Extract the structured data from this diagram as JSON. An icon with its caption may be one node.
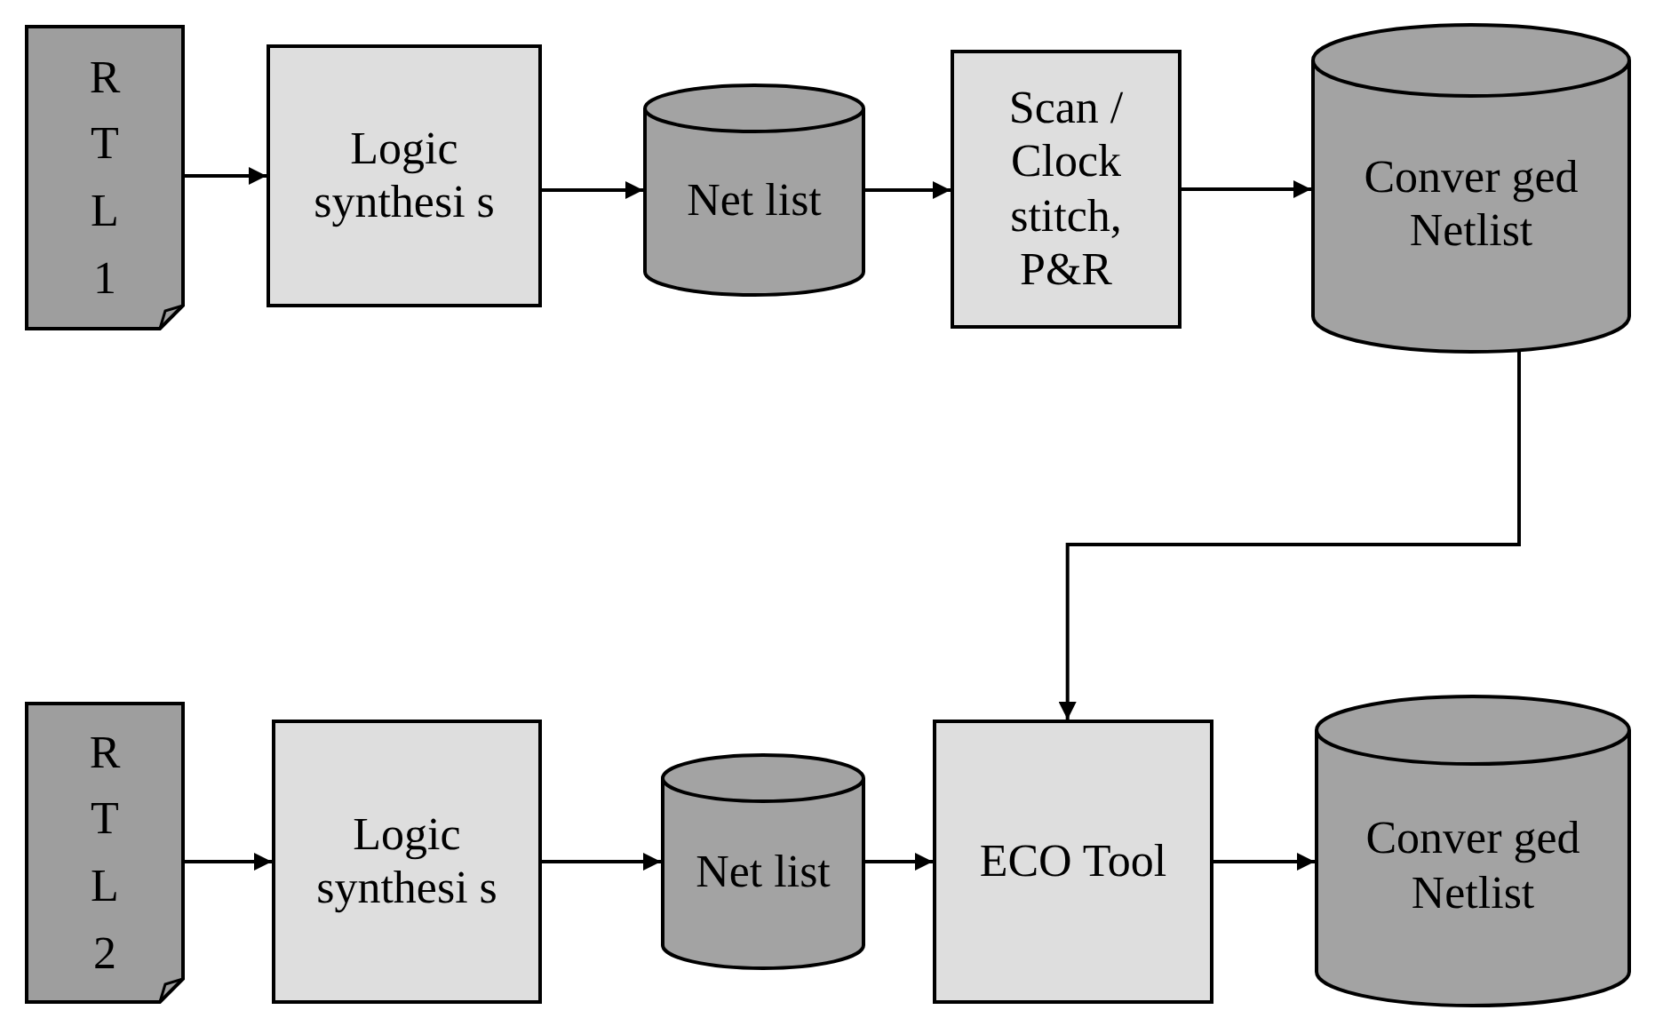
{
  "diagram": {
    "nodes": [
      {
        "text": [
          "RTL1"
        ]
      },
      {
        "text": [
          "Logic synthesi s"
        ]
      },
      {
        "text": [
          "Net list"
        ]
      },
      {
        "text": [
          "Scan / Clock stitch, P&R"
        ]
      },
      {
        "text": [
          "Conver ged Netlist"
        ]
      },
      {
        "text": [
          "RTL2"
        ]
      },
      {
        "text": [
          "Logic synthesi s"
        ]
      },
      {
        "text": [
          "Net list"
        ]
      },
      {
        "text": [
          "ECO Tool"
        ]
      },
      {
        "text": [
          "Conver ged Netlist"
        ]
      }
    ],
    "edges": [
      {
        "from": 0,
        "to": 1,
        "arrow": "to"
      },
      {
        "from": 1,
        "to": 2,
        "arrow": "to"
      },
      {
        "from": 2,
        "to": 3,
        "arrow": "to"
      },
      {
        "from": 3,
        "to": 4,
        "arrow": "to"
      },
      {
        "from": 4,
        "to": 8,
        "arrow": "to"
      },
      {
        "from": 5,
        "to": 6,
        "arrow": "to"
      },
      {
        "from": 6,
        "to": 7,
        "arrow": "to"
      },
      {
        "from": 7,
        "to": 8,
        "arrow": "to"
      },
      {
        "from": 8,
        "to": 9,
        "arrow": "to"
      }
    ]
  }
}
